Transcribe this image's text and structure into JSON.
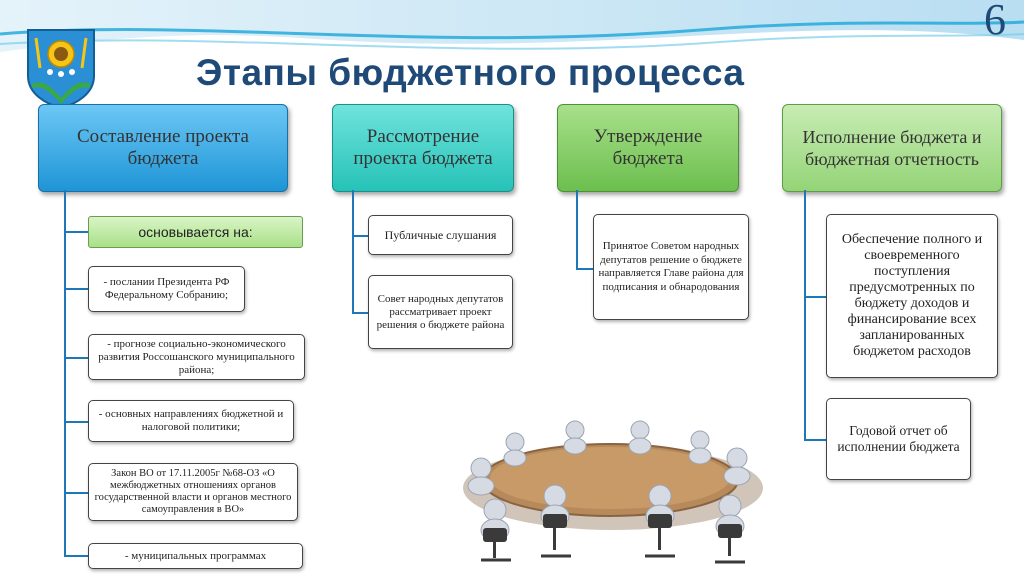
{
  "slide_number": "6",
  "title": "Этапы бюджетного процесса",
  "stages": [
    {
      "label": "Составление проекта бюджета"
    },
    {
      "label": "Рассмотрение проекта бюджета"
    },
    {
      "label": "Утверждение бюджета"
    },
    {
      "label": "Исполнение бюджета и бюджетная отчетность"
    }
  ],
  "stage1": {
    "based_on": "основывается на:",
    "items": [
      "- послании Президента РФ Федеральному Собранию;",
      "- прогнозе социально-экономического развития Россошанского муниципального района;",
      "- основных направлениях бюджетной и налоговой политики;",
      "Закон ВО от 17.11.2005г №68-ОЗ «О межбюджетных отношениях органов государственной власти и органов местного самоуправления в ВО»",
      "- муниципальных программах"
    ]
  },
  "stage2": {
    "items": [
      "Публичные слушания",
      "Совет народных депутатов рассматривает проект решения о бюджете района"
    ]
  },
  "stage3": {
    "items": [
      "Принятое Советом народных депутатов решение о бюджете направляется Главе района для подписания и обнародования"
    ]
  },
  "stage4": {
    "items": [
      "Обеспечение полного и своевременного поступления предусмотренных по бюджету доходов и финансирование всех запланированных бюджетом расходов",
      "Годовой отчет об исполнении бюджета"
    ]
  },
  "colors": {
    "title": "#1f4a78",
    "stage1": "#1e95d6",
    "stage2": "#26c2b8",
    "stage3": "#6cbf4f",
    "stage4": "#94d477",
    "connector": "#1e78b8"
  }
}
